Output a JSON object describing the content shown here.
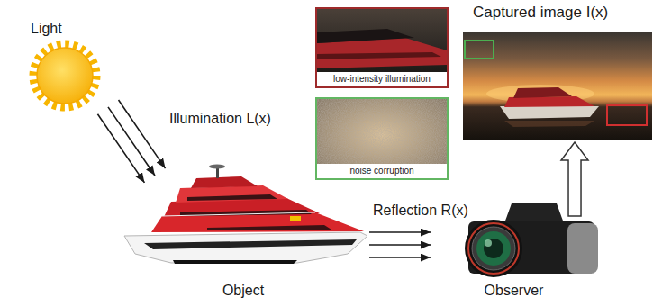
{
  "diagram": {
    "nodes": [
      {
        "text": [
          "Light"
        ]
      },
      {
        "text": [
          "Object"
        ]
      },
      {
        "text": [
          "Observer"
        ]
      },
      {
        "text": [
          "low-intensity illumination"
        ]
      },
      {
        "text": [
          "noise corruption"
        ]
      },
      {
        "text": [
          "Captured image I(x)"
        ]
      }
    ],
    "edges": [
      {
        "from": 0,
        "to": 1,
        "arrow": "to",
        "label": "Illumination L(x)"
      },
      {
        "from": 1,
        "to": 2,
        "arrow": "to",
        "label": "Reflection R(x)"
      },
      {
        "from": 2,
        "to": 5,
        "arrow": "to"
      }
    ]
  }
}
